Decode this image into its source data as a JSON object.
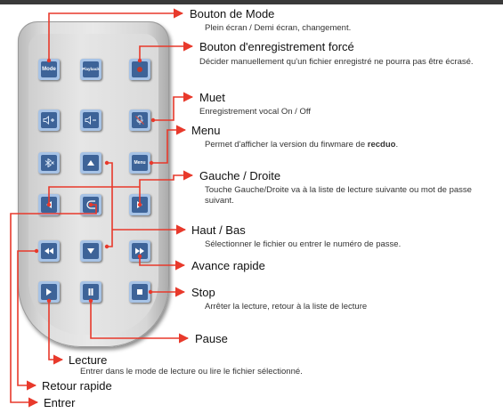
{
  "buttons": {
    "mode": "Mode",
    "playback": "Playback",
    "menu": "Menu"
  },
  "labels": {
    "mode": {
      "title": "Bouton de Mode",
      "desc": "Plein écran / Demi écran, changement."
    },
    "forced_recording": {
      "title": "Bouton d'enregistrement forcé",
      "desc": "Décider manuellement qu'un fichier enregistré ne pourra pas être écrasé."
    },
    "mute": {
      "title": "Muet",
      "desc": "Enregistrement vocal On / Off"
    },
    "menu": {
      "title": "Menu",
      "desc_prefix": "Permet d'afficher la version du firwmare de ",
      "desc_brand": "recduo",
      "desc_suffix": "."
    },
    "left_right": {
      "title": "Gauche / Droite",
      "desc": "Touche Gauche/Droite va à la liste de lecture suivante ou mot de passe suivant."
    },
    "up_down": {
      "title": "Haut / Bas",
      "desc": "Sélectionner le fichier ou entrer le numéro de passe."
    },
    "fast_forward": {
      "title": "Avance rapide"
    },
    "stop": {
      "title": "Stop",
      "desc": "Arrêter la lecture, retour à la liste de lecture"
    },
    "pause": {
      "title": "Pause"
    },
    "play": {
      "title": "Lecture",
      "desc": "Entrer dans le mode de lecture ou lire le fichier sélectionné."
    },
    "rewind": {
      "title": "Retour rapide"
    },
    "enter": {
      "title": "Entrer"
    }
  },
  "colors": {
    "connector": "#e8392b",
    "button_face": "#3d6398",
    "button_rim": "#a7c3e6",
    "top_bar": "#3a3a3a"
  },
  "icons": [
    "record-dot-icon",
    "volume-up-icon",
    "volume-down-icon",
    "mute-icon",
    "bluetooth-off-icon",
    "up-arrow-icon",
    "left-arrow-icon",
    "return-icon",
    "right-arrow-icon",
    "rewind-icon",
    "down-arrow-icon",
    "fast-forward-icon",
    "play-icon",
    "pause-icon",
    "stop-icon"
  ]
}
